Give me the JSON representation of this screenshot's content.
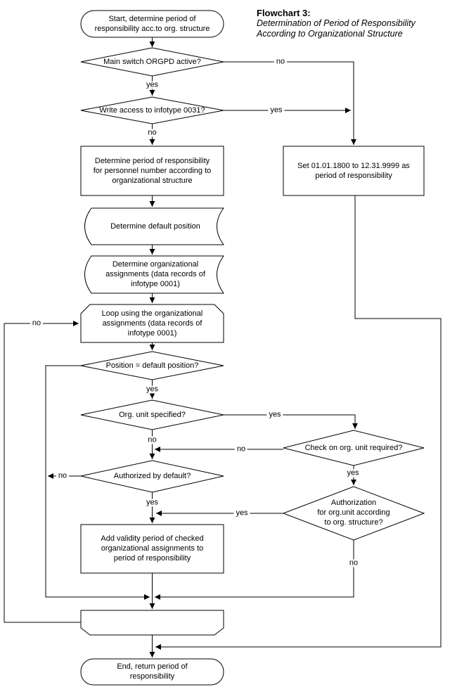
{
  "title": {
    "heading": "Flowchart 3:",
    "subtitle_line1": "Determination of Period of Responsibility",
    "subtitle_line2": "According to Organizational Structure"
  },
  "nodes": {
    "start": "Start, determine period of\nresponsibility acc.to org. structure",
    "main_switch": "Main switch ORGPD active?",
    "write_access": "Write access to infotype 0031?",
    "determine_period": "Determine period of responsibility\nfor personnel number according to\norganizational structure",
    "set_period": "Set 01.01.1800 to 12.31.9999 as\nperiod of responsibility",
    "default_position": "Determine default position",
    "determine_assignments": "Determine organizational\nassignments (data records of\ninfotype 0001)",
    "loop_start": "Loop using the organizational\nassignments (data records of\ninfotype 0001)",
    "position_default": "Position = default position?",
    "org_unit_specified": "Org. unit specified?",
    "check_org_unit": "Check on org. unit required?",
    "authorized_default": "Authorized by default?",
    "authorization_org_unit": "Authorization\nfor org.unit according\nto org. structure?",
    "add_validity": "Add validity period of checked\norganizational assignments to\nperiod of responsibility",
    "end": "End, return period of\nresponsibility"
  },
  "edge_labels": {
    "yes": "yes",
    "no": "no"
  },
  "colors": {
    "line": "#000000",
    "fill": "#ffffff"
  }
}
